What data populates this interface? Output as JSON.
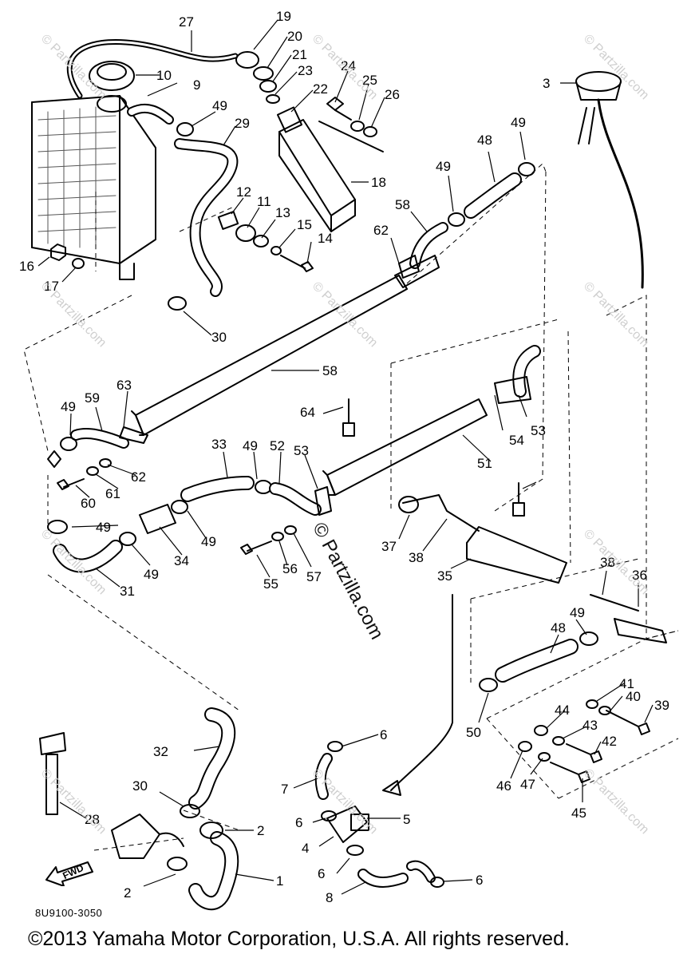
{
  "watermark": "© Partzilla.com",
  "watermark_small": "© Partzilla.com",
  "diagram_code": "8U9100-3050",
  "fwd_label": "FWD",
  "copyright": "©2013 Yamaha Motor Corporation, U.S.A. All rights reserved.",
  "callouts": [
    "1",
    "2",
    "2",
    "3",
    "4",
    "5",
    "6",
    "6",
    "6",
    "6",
    "7",
    "8",
    "9",
    "10",
    "11",
    "12",
    "13",
    "14",
    "15",
    "16",
    "17",
    "18",
    "19",
    "20",
    "21",
    "22",
    "23",
    "24",
    "25",
    "26",
    "27",
    "28",
    "29",
    "30",
    "30",
    "31",
    "32",
    "33",
    "34",
    "35",
    "36",
    "37",
    "38",
    "38",
    "39",
    "40",
    "41",
    "42",
    "43",
    "44",
    "45",
    "46",
    "47",
    "48",
    "48",
    "49",
    "49",
    "49",
    "49",
    "49",
    "49",
    "49",
    "49",
    "49",
    "50",
    "51",
    "52",
    "53",
    "53",
    "54",
    "55",
    "56",
    "57",
    "58",
    "58",
    "59",
    "60",
    "61",
    "62",
    "62",
    "63",
    "64"
  ]
}
